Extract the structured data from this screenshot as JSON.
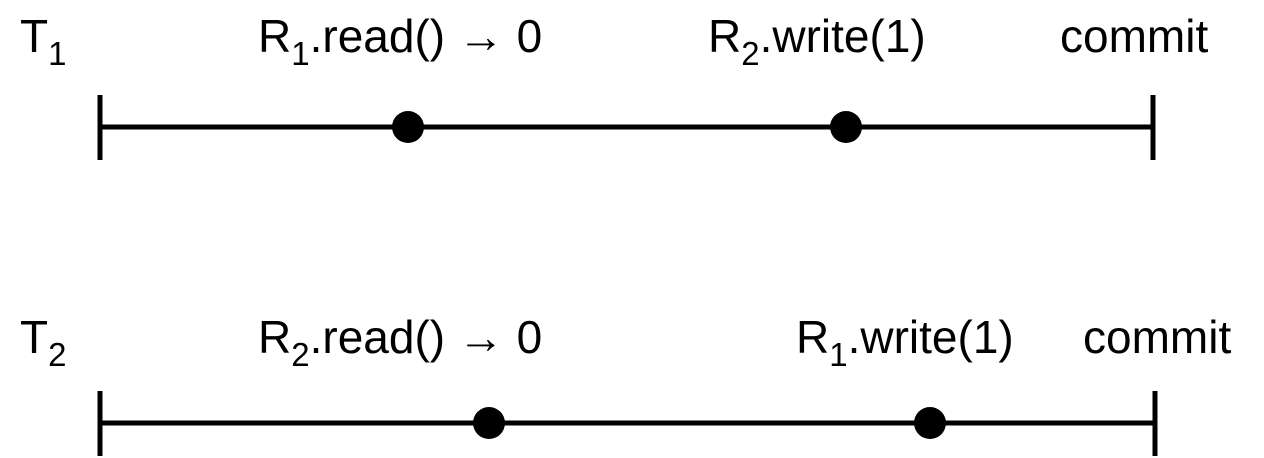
{
  "colors": {
    "ink": "#000000",
    "background": "#ffffff"
  },
  "transactions": [
    {
      "name": {
        "letter": "T",
        "sub": "1"
      },
      "events": [
        {
          "base": "R",
          "sub": "1",
          "rest": ".read() → 0"
        },
        {
          "base": "R",
          "sub": "2",
          "rest": ".write(1)"
        }
      ],
      "end_label": "commit"
    },
    {
      "name": {
        "letter": "T",
        "sub": "2"
      },
      "events": [
        {
          "base": "R",
          "sub": "2",
          "rest": ".read() → 0"
        },
        {
          "base": "R",
          "sub": "1",
          "rest": ".write(1)"
        }
      ],
      "end_label": "commit"
    }
  ]
}
